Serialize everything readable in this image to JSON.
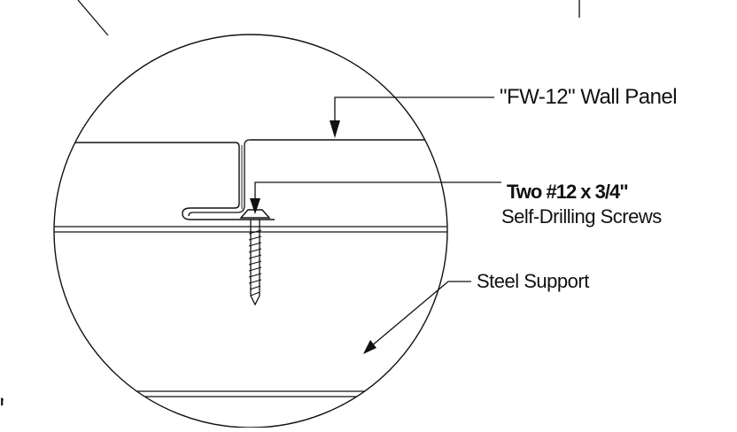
{
  "callouts": {
    "wall_panel": "\"FW-12\"  Wall Panel",
    "screws_count": "Two #12 x 3/4\"",
    "screws_type": "Self-Drilling Screws",
    "steel_support": "Steel Support",
    "edge_fragment": "n"
  },
  "colors": {
    "line": "#111111",
    "background": "#ffffff"
  }
}
